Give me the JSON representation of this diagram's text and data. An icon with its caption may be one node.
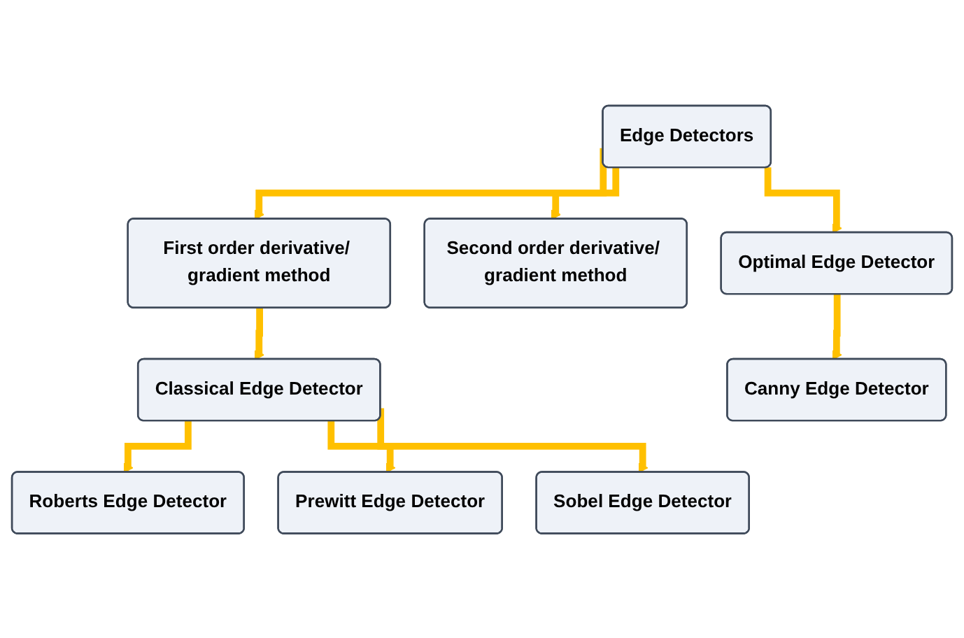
{
  "diagram": {
    "nodes": [
      {
        "text": [
          "Edge Detectors"
        ]
      },
      {
        "text": [
          "First order derivative/ gradient method"
        ]
      },
      {
        "text": [
          "Second order derivative/ gradient method"
        ]
      },
      {
        "text": [
          "Optimal Edge Detector"
        ]
      },
      {
        "text": [
          "Classical Edge Detector"
        ]
      },
      {
        "text": [
          "Canny Edge Detector"
        ]
      },
      {
        "text": [
          "Roberts Edge Detector"
        ]
      },
      {
        "text": [
          "Prewitt Edge Detector"
        ]
      },
      {
        "text": [
          "Sobel Edge Detector"
        ]
      }
    ],
    "edges": [
      {
        "from": 0,
        "to": 1,
        "arrow": "to"
      },
      {
        "from": 0,
        "to": 2,
        "arrow": "to"
      },
      {
        "from": 0,
        "to": 3,
        "arrow": "to"
      },
      {
        "from": 1,
        "to": 4,
        "arrow": "to"
      },
      {
        "from": 3,
        "to": 5,
        "arrow": "to"
      },
      {
        "from": 4,
        "to": 6,
        "arrow": "to"
      },
      {
        "from": 4,
        "to": 7,
        "arrow": "to"
      },
      {
        "from": 4,
        "to": 8,
        "arrow": "to"
      }
    ]
  }
}
